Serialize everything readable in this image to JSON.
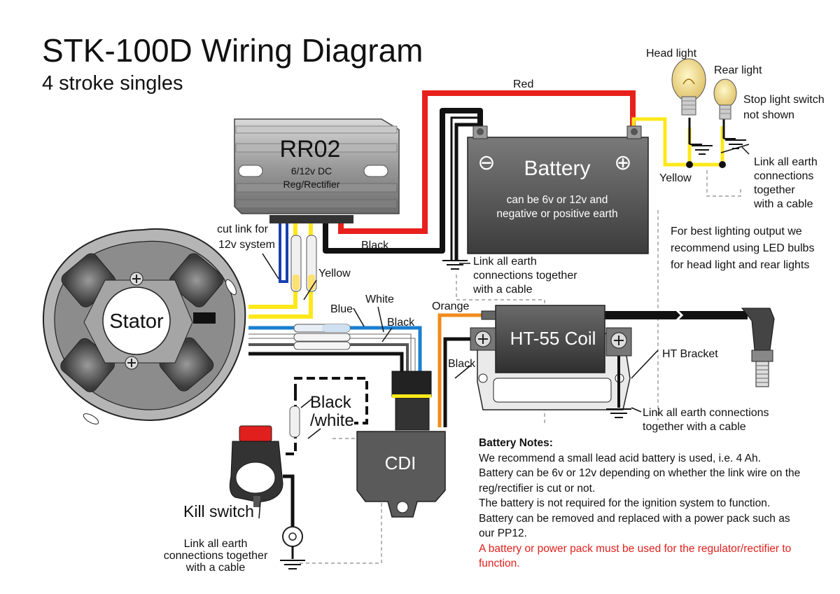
{
  "title": "STK-100D Wiring Diagram",
  "subtitle": "4 stroke singles",
  "components": {
    "regulator": {
      "name": "RR02",
      "line1": "6/12v DC",
      "line2": "Reg/Rectifier"
    },
    "battery": {
      "name": "Battery",
      "minus": "⊖",
      "plus": "⊕",
      "line1": "can be 6v or 12v and",
      "line2": "negative or positive earth"
    },
    "stator": {
      "name": "Stator"
    },
    "coil": {
      "name": "HT-55 Coil"
    },
    "cdi": {
      "name": "CDI"
    },
    "kill_switch": {
      "name": "Kill switch"
    },
    "head_light": {
      "name": "Head light"
    },
    "rear_light": {
      "name": "Rear light"
    }
  },
  "wire_labels": {
    "red": "Red",
    "black_top": "Black",
    "yellow_left": "Yellow",
    "yellow_right": "Yellow",
    "blue": "Blue",
    "white": "White",
    "black_mid": "Black",
    "orange": "Orange",
    "black_coil": "Black",
    "black_white_1": "Black",
    "black_white_2": "/white"
  },
  "annotations": {
    "cut_link_1": "cut link for",
    "cut_link_2": "12v system",
    "stop_switch_1": "Stop light switch",
    "stop_switch_2": "not shown",
    "earth_lights_1": "Link all earth",
    "earth_lights_2": "connections",
    "earth_lights_3": "together",
    "earth_lights_4": "with a cable",
    "led_1": "For best lighting output we",
    "led_2": "recommend using LED bulbs",
    "led_3": "for head light and rear lights",
    "earth_battery_1": "Link all earth",
    "earth_battery_2": "connections together",
    "earth_battery_3": "with a cable",
    "ht_bracket": "HT Bracket",
    "earth_coil_1": "Link all earth connections",
    "earth_coil_2": "together with a cable",
    "earth_kill_1": "Link all earth",
    "earth_kill_2": "connections together",
    "earth_kill_3": "with a cable"
  },
  "battery_notes": {
    "heading": "Battery Notes:",
    "lines": [
      "We recommend a small lead acid battery is used, i.e. 4 Ah.",
      "Battery can be 6v or 12v depending on whether the link wire on the",
      "reg/rectifier is cut or not.",
      "The battery is not required for the ignition system to function.",
      "Battery can be removed and replaced with a power pack such as",
      "our PP12."
    ],
    "warning_1": "A battery or power pack must be used for the regulator/rectifier to",
    "warning_2": "function."
  },
  "colors": {
    "red_wire": "#e8201c",
    "yellow_wire": "#ffe81a",
    "blue_wire": "#1a7fd0",
    "orange_wire": "#f08c1c",
    "black_wire": "#111111",
    "warning_text": "#e0201c"
  }
}
